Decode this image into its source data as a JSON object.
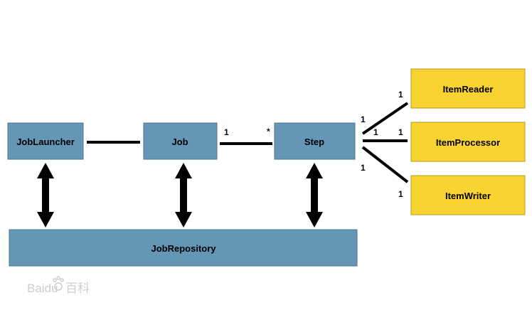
{
  "colors": {
    "blue_box": "#6596B5",
    "yellow_box": "#F9D332",
    "line": "#000000",
    "watermark": "#C8C8C8"
  },
  "boxes": {
    "job_launcher": "JobLauncher",
    "job": "Job",
    "step": "Step",
    "item_reader": "ItemReader",
    "item_processor": "ItemProcessor",
    "item_writer": "ItemWriter",
    "job_repository": "JobRepository"
  },
  "multiplicities": {
    "job_end": "1",
    "step_from_job": "*",
    "step_to_reader": "1",
    "reader_end": "1",
    "step_to_processor": "1",
    "processor_end": "1",
    "step_to_writer": "1",
    "writer_end": "1"
  },
  "watermark": {
    "brand": "Baidu",
    "suffix": "百科"
  }
}
